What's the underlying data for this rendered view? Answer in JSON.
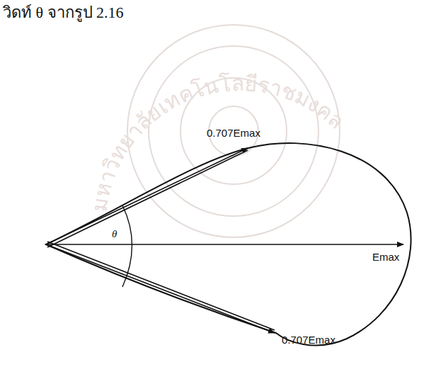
{
  "diagram": {
    "labels": [
      "วิดท์ θ จากรูป 2.16",
      "0.707Emax",
      "θ",
      "Emax",
      "0.707Emax",
      "มหาวิทยาลัยเทคโนโลยีราชมงคล"
    ]
  }
}
